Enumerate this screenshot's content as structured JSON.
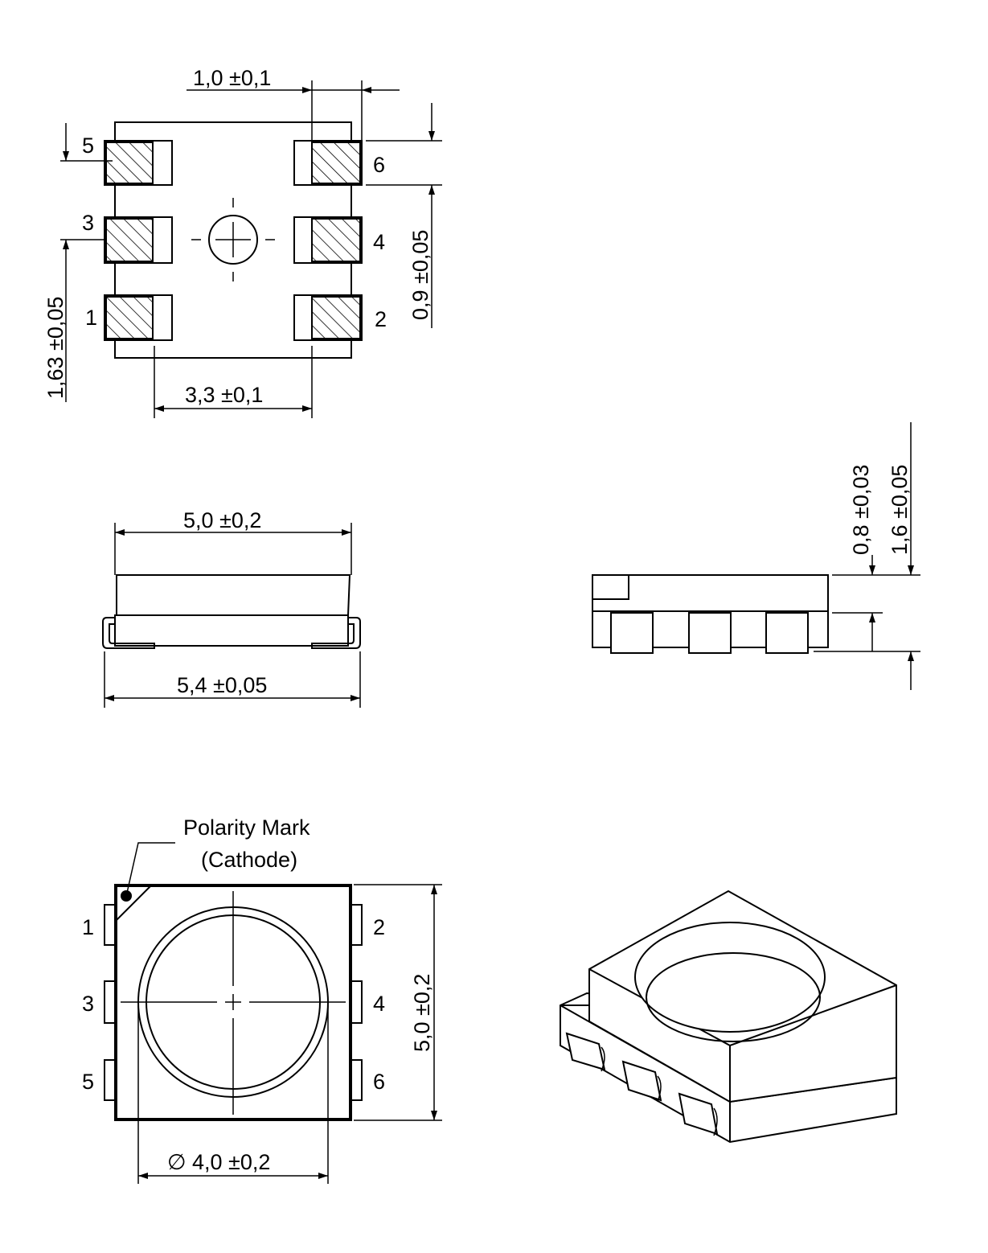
{
  "footprint_view": {
    "pins_left": [
      "5",
      "3",
      "1"
    ],
    "pins_right": [
      "6",
      "4",
      "2"
    ],
    "dim_top": "1,0 ±0,1",
    "dim_right": "0,9 ±0,05",
    "dim_left": "1,63 ±0,05",
    "dim_bottom": "3,3 ±0,1"
  },
  "side_view": {
    "dim_top": "5,0 ±0,2",
    "dim_bottom": "5,4 ±0,05"
  },
  "end_view": {
    "dim_inner": "0,8 ±0,03",
    "dim_outer": "1,6 ±0,05"
  },
  "top_view": {
    "polarity_label": "Polarity Mark",
    "polarity_sub": "(Cathode)",
    "pins_left": [
      "1",
      "3",
      "5"
    ],
    "pins_right": [
      "2",
      "4",
      "6"
    ],
    "dim_right": "5,0 ±0,2",
    "dim_bottom": "∅ 4,0 ±0,2"
  }
}
